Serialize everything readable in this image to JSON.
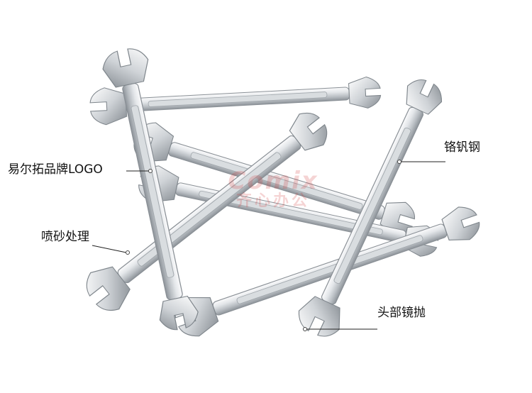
{
  "callouts": {
    "logo": "易尔拓品牌LOGO",
    "sandblast": "喷砂处理",
    "steel": "铬钒钢",
    "head_polish": "头部镜抛"
  },
  "watermark": {
    "brand": "Comix",
    "cn": "齐心办公"
  },
  "colors": {
    "metal_light": "#f2f3f4",
    "metal_mid": "#c9cdd1",
    "metal_dark": "#8a9096",
    "leader": "#222222",
    "watermark": "#d23c3c"
  }
}
